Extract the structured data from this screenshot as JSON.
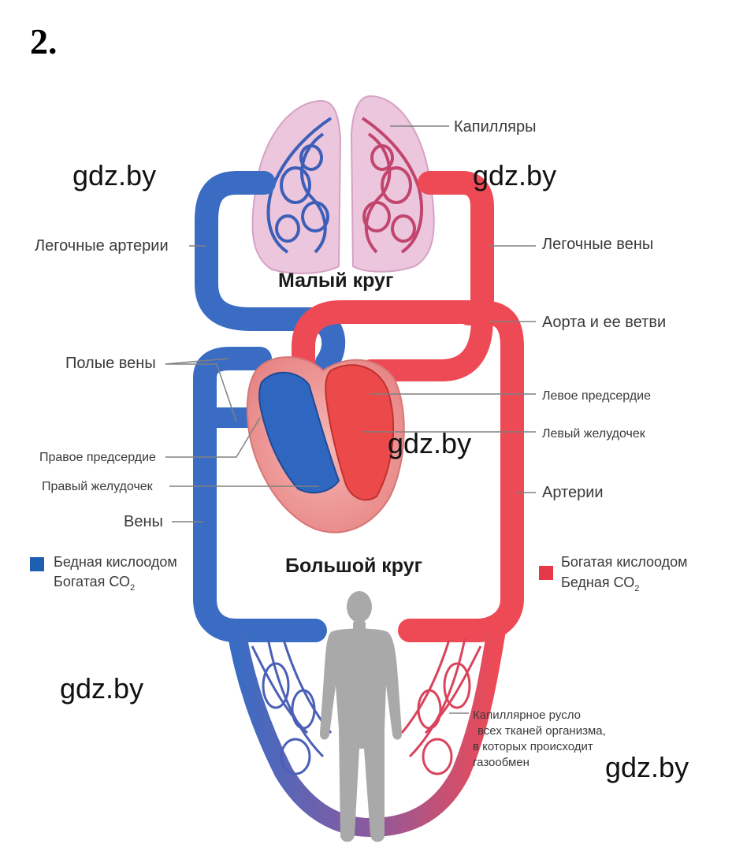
{
  "task_number": "2.",
  "watermark": "gdz.by",
  "titles": {
    "pulmonary": "Малый круг",
    "systemic": "Большой круг"
  },
  "labels": {
    "capillaries": "Капилляры",
    "pulmonary_arteries": "Легочные артерии",
    "pulmonary_veins": "Легочные вены",
    "aorta": "Аорта и ее ветви",
    "vena_cava": "Полые вены",
    "left_atrium": "Левое предсердие",
    "left_ventricle": "Левый желудочек",
    "right_atrium": "Правое предсердие",
    "right_ventricle": "Правый желудочек",
    "arteries": "Артерии",
    "veins": "Вены",
    "capillary_bed_1": "Капиллярное русло",
    "capillary_bed_2": "всех тканей организма,",
    "capillary_bed_3": "в которых происходит",
    "capillary_bed_4": "газообмен"
  },
  "legend": {
    "blue": {
      "line1": "Бедная кислоодом",
      "line2_main": "Богатая СО",
      "line2_sub": "2",
      "color": "#1f5fb0"
    },
    "red": {
      "line1": "Богатая кислоодом",
      "line2_main": "Бедная СО",
      "line2_sub": "2",
      "color": "#e53848"
    }
  },
  "colors": {
    "venous": "#3a6cc4",
    "arterial": "#ee4a55",
    "lung_fill": "#ecc6dc",
    "heart_fill": "#f3a0a0",
    "body": "#a9a9a9"
  }
}
